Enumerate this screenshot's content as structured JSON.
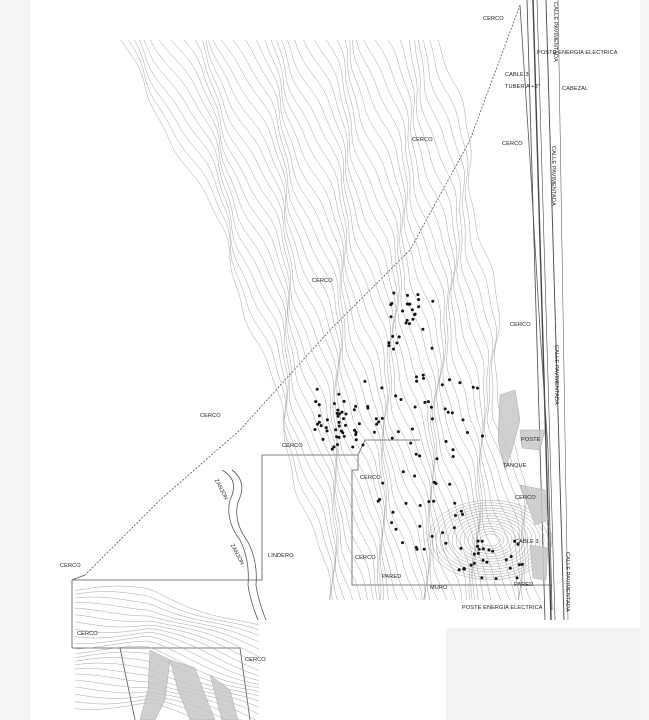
{
  "labels": {
    "cerco": "CERCO",
    "calle_pavimentada": "CALLE PAVIMENTADA",
    "poste_energia_electrica": "POSTE ENERGIA ELECTRICA",
    "cable_3": "CABLE 3",
    "tuberia": "TUBERIA +3\"",
    "cabezal": "CABEZAL",
    "poste": "POSTE",
    "tanque": "TANQUE",
    "cable_3_lower": "CABLE 3",
    "pared": "PARED",
    "muro": "MURO",
    "lindero": "LINDERO",
    "zanjon": "ZANJON"
  },
  "colors": {
    "line": "#555555",
    "contour": "#9a9a9a",
    "hatch": "#b0b0b0",
    "tree": "#111111"
  }
}
